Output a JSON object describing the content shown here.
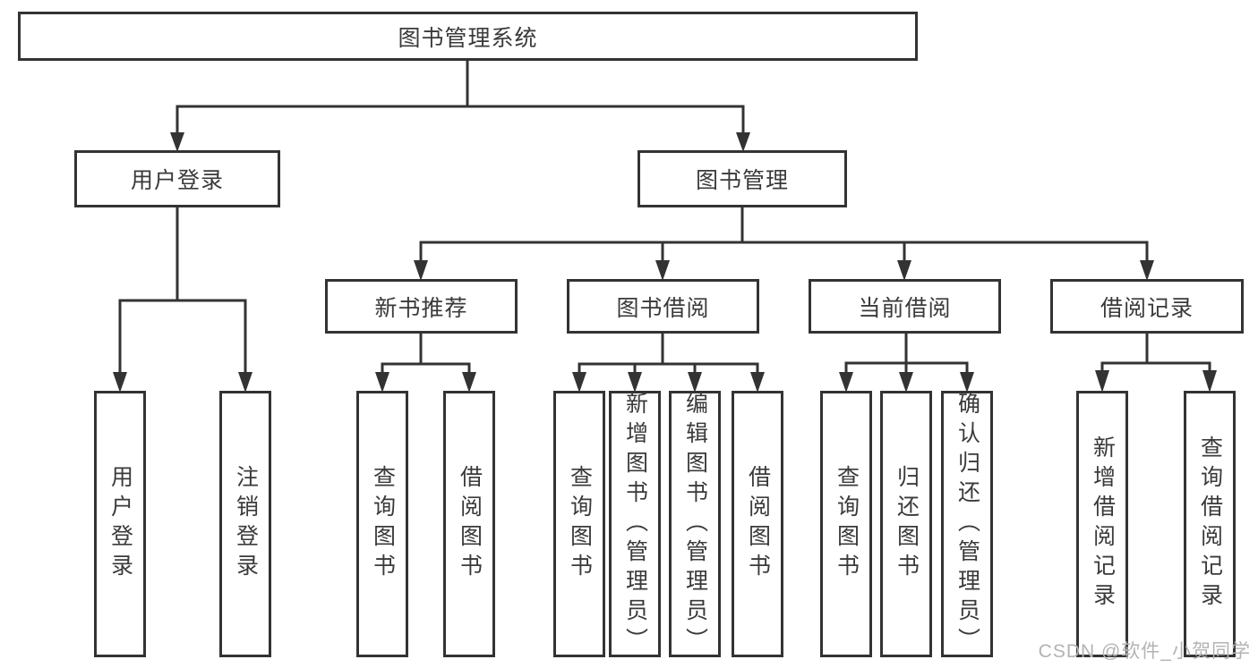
{
  "diagram": {
    "root": "图书管理系统",
    "branches": [
      {
        "label": "用户登录",
        "children": [
          "用户登录",
          "注销登录"
        ]
      },
      {
        "label": "图书管理",
        "groups": [
          {
            "label": "新书推荐",
            "children": [
              "查询图书",
              "借阅图书"
            ]
          },
          {
            "label": "图书借阅",
            "children": [
              "查询图书",
              "新增图书（管理员）",
              "编辑图书（管理员）",
              "借阅图书"
            ]
          },
          {
            "label": "当前借阅",
            "children": [
              "查询图书",
              "归还图书",
              "确认归还（管理员）"
            ]
          },
          {
            "label": "借阅记录",
            "children": [
              "新增借阅记录",
              "查询借阅记录"
            ]
          }
        ]
      }
    ]
  },
  "watermark": "CSDN @软件_小贺同学",
  "colors": {
    "line": "#333333",
    "text": "#3a3a3a",
    "watermark": "#b3b3b3",
    "background": "#ffffff"
  }
}
